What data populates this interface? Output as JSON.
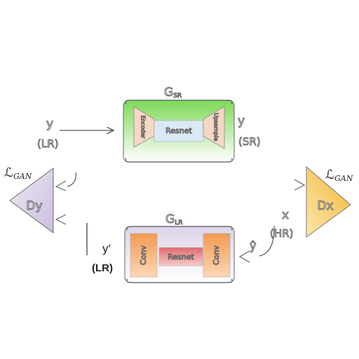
{
  "gsr": {
    "title_main": "G",
    "title_sub": "SR",
    "left_block": "Encoder",
    "center_block": "Resnet",
    "right_block": "Upsample"
  },
  "glr": {
    "title_main": "G",
    "title_sub": "LR",
    "left_block": "Conv",
    "center_block": "Resnet",
    "right_block": "Conv"
  },
  "inputs": {
    "y_lr": {
      "symbol": "y",
      "tag": "(LR)"
    },
    "y_sr": {
      "symbol": "y",
      "tag": "(SR)"
    },
    "x_hr": {
      "symbol": "x",
      "tag": "(HR)"
    },
    "y_hat": {
      "symbol": "ŷ"
    },
    "y_prime_lr": {
      "symbol": "y′",
      "tag": "(LR)"
    }
  },
  "discriminators": {
    "dy": {
      "label": "Dy",
      "loss_script": "ℒ",
      "loss_sub": "GAN"
    },
    "dx": {
      "label": "Dx",
      "loss_script": "ℒ",
      "loss_sub": "GAN"
    }
  },
  "colors": {
    "gsr_green": "#7ed957",
    "glr_purple": "#d8cde6",
    "conv_orange": "#f4a261",
    "resnet_red": "#e56b6f",
    "resnet_blue": "#dbe9f7",
    "dy_lavender": "#d7cde6",
    "dx_yellow": "#f4c542",
    "trapezoid_peach": "#f6d7c3"
  }
}
